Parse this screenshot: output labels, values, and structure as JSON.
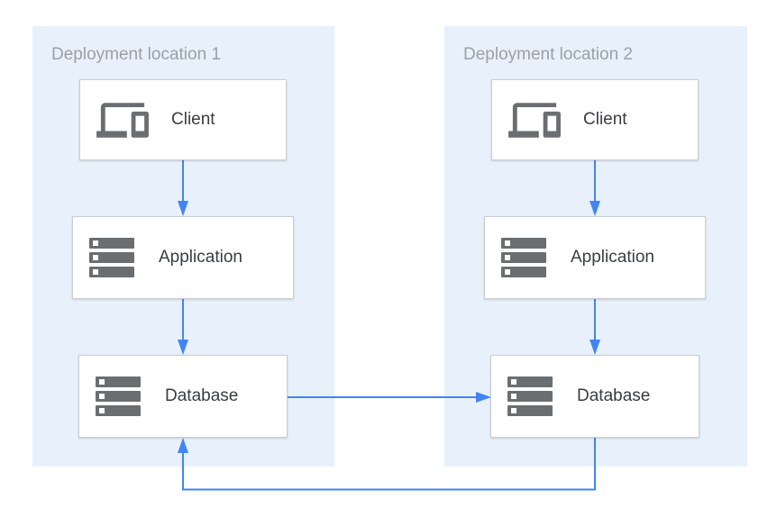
{
  "diagram": {
    "type": "architecture-diagram",
    "containers": [
      {
        "id": "location1",
        "label": "Deployment location 1",
        "nodes": [
          {
            "id": "client1",
            "label": "Client",
            "icon": "devices-icon"
          },
          {
            "id": "application1",
            "label": "Application",
            "icon": "server-stack-icon"
          },
          {
            "id": "database1",
            "label": "Database",
            "icon": "server-stack-icon"
          }
        ]
      },
      {
        "id": "location2",
        "label": "Deployment location 2",
        "nodes": [
          {
            "id": "client2",
            "label": "Client",
            "icon": "devices-icon"
          },
          {
            "id": "application2",
            "label": "Application",
            "icon": "server-stack-icon"
          },
          {
            "id": "database2",
            "label": "Database",
            "icon": "server-stack-icon"
          }
        ]
      }
    ],
    "edges": [
      {
        "from": "location1.client",
        "to": "location1.application",
        "style": "arrow-down"
      },
      {
        "from": "location1.application",
        "to": "location1.database",
        "style": "arrow-down"
      },
      {
        "from": "location2.client",
        "to": "location2.application",
        "style": "arrow-down"
      },
      {
        "from": "location2.application",
        "to": "location2.database",
        "style": "arrow-down"
      },
      {
        "from": "location1.database",
        "to": "location2.database",
        "style": "arrow-right"
      },
      {
        "from": "location2.database",
        "to": "location1.database",
        "style": "loop-below"
      }
    ]
  },
  "colors": {
    "arrow": "#4284F4",
    "zone_background": "#E8F1FB",
    "node_border": "#C9CDD2",
    "icon_gray": "#6B6E71",
    "zone_label": "#9AA0A6",
    "node_label": "#3A3D40"
  }
}
